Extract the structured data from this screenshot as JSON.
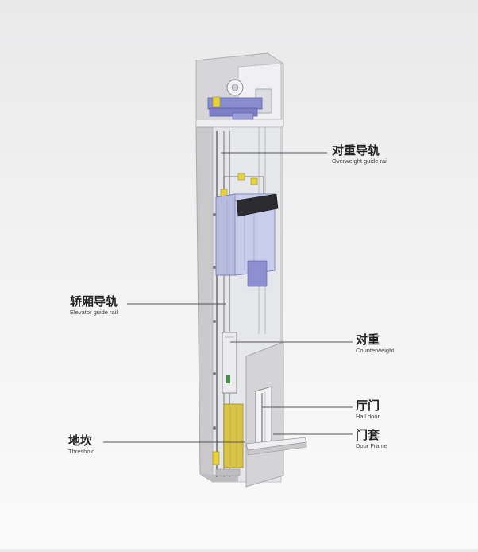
{
  "labels": {
    "counterweight_rail": {
      "cn": "对重导轨",
      "en": "Overweight guide rail"
    },
    "car_rail": {
      "cn": "轿厢导轨",
      "en": "Elevator guide rail"
    },
    "counterweight": {
      "cn": "对重",
      "en": "Counterweight"
    },
    "hall_door": {
      "cn": "厅门",
      "en": "Hall door"
    },
    "threshold": {
      "cn": "地坎",
      "en": "Threshold"
    },
    "door_frame": {
      "cn": "门套",
      "en": "Door Frame"
    }
  },
  "colors": {
    "shaft_wall": "#c9c9cb",
    "shaft_inner": "#e6e7ea",
    "car_panel": "#b8bde0",
    "machine_accent": "#7d7fc6",
    "yellow_accent": "#e8d23a",
    "leader_line": "#555555"
  }
}
